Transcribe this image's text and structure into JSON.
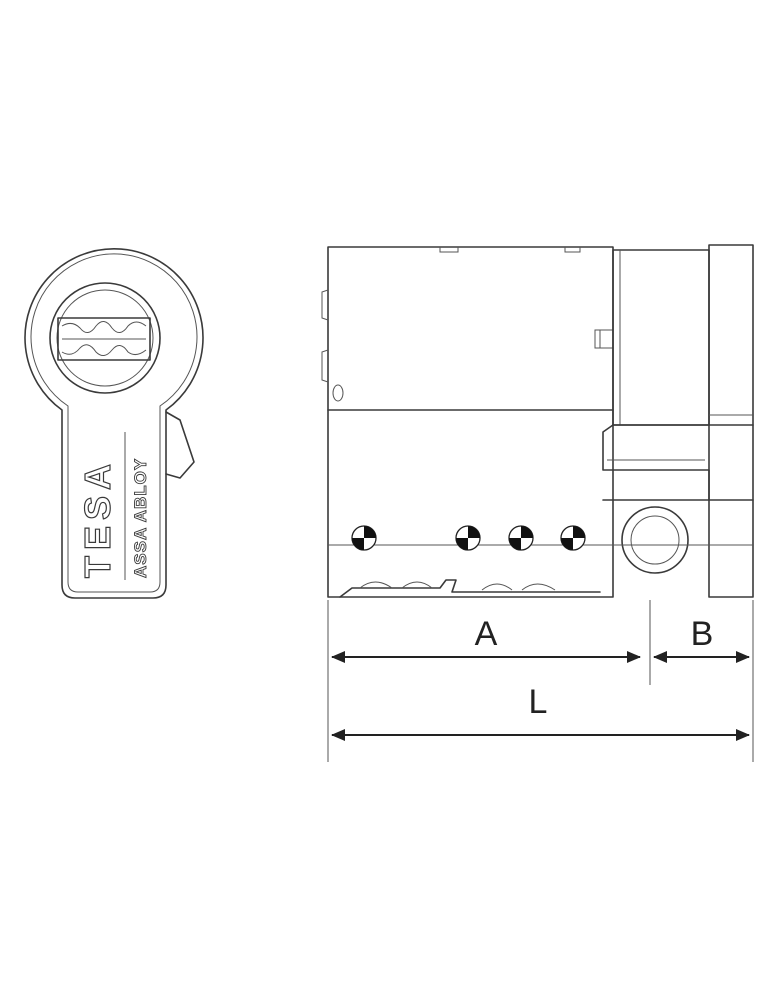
{
  "front_view": {
    "brand_logo": "TESA",
    "brand_subtitle": "ASSA ABLOY"
  },
  "dimensions": {
    "a_label": "A",
    "b_label": "B",
    "l_label": "L"
  },
  "colors": {
    "line": "#3a3a3a",
    "background": "#ffffff"
  }
}
